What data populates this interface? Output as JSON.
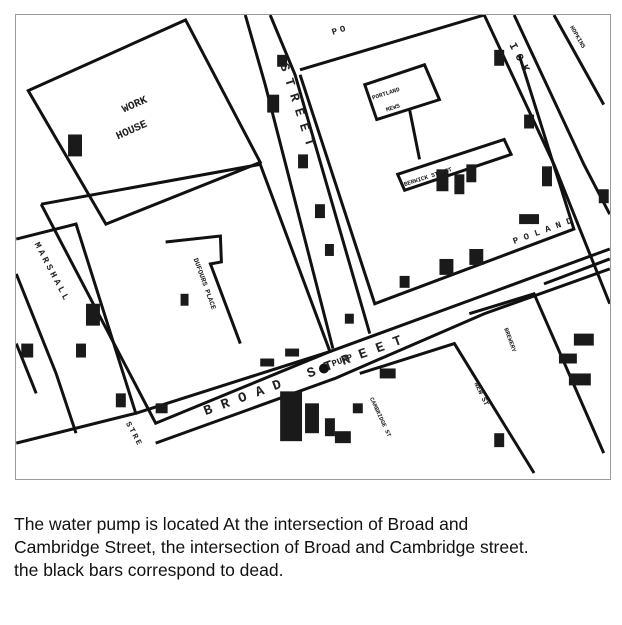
{
  "map": {
    "labels": {
      "work_house": [
        "WORK",
        "HOUSE"
      ],
      "broad_street": "BROAD STREET",
      "pump": "PUMP",
      "portland_mews": [
        "PORTLAND",
        "MEWS"
      ],
      "berwick_street": "BERWICK STREET",
      "dufours_place": "DUFOURS PLACE",
      "marshall_street": "MARSHALL",
      "street_vertical": "STREET",
      "poland": "POLAND",
      "brewery": "BREWERY",
      "cambridge_street": "CAMBRIDGE ST",
      "new_street": "NEW ST",
      "ick": "ICK",
      "portland_top": "PO",
      "hopkins": "HOPKINS",
      "stre_left": "STRE"
    },
    "colors": {
      "ink": "#111111",
      "bars": "#1a1a1a",
      "frame": "#9a9a9a"
    }
  },
  "caption": {
    "text": "The water pump is located At the intersection of Broad and Cambridge Street, the intersection of Broad and Cambridge street. the black bars correspond to dead."
  }
}
